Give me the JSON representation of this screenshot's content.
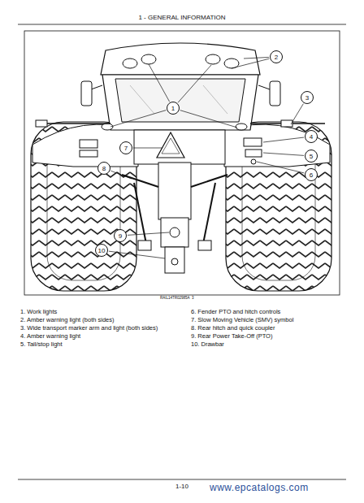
{
  "diagram": {
    "title": "1 - GENERAL INFORMATION",
    "nodes": [
      {
        "text": [
          "1"
        ]
      },
      {
        "text": [
          "2"
        ]
      },
      {
        "text": [
          "3"
        ]
      },
      {
        "text": [
          "4"
        ]
      },
      {
        "text": [
          "5"
        ]
      },
      {
        "text": [
          "6"
        ]
      },
      {
        "text": [
          "7"
        ]
      },
      {
        "text": [
          "8"
        ]
      },
      {
        "text": [
          "9"
        ]
      },
      {
        "text": [
          "10"
        ]
      }
    ],
    "labels": [
      "1. Work lights",
      "2. Amber warning light (both sides)",
      "3. Wide transport marker arm and light (both sides)",
      "4. Amber warning light",
      "5. Tail/stop light",
      "6. Fender PTO and hitch controls",
      "7. Slow Moving Vehicle (SMV) symbol",
      "8. Rear hitch and quick coupler",
      "9. Rear Power Take-Off (PTO)",
      "10. Drawbar",
      "RAIL14TR02985A",
      "3",
      "1-10",
      "www.epcatalogs.com"
    ]
  }
}
